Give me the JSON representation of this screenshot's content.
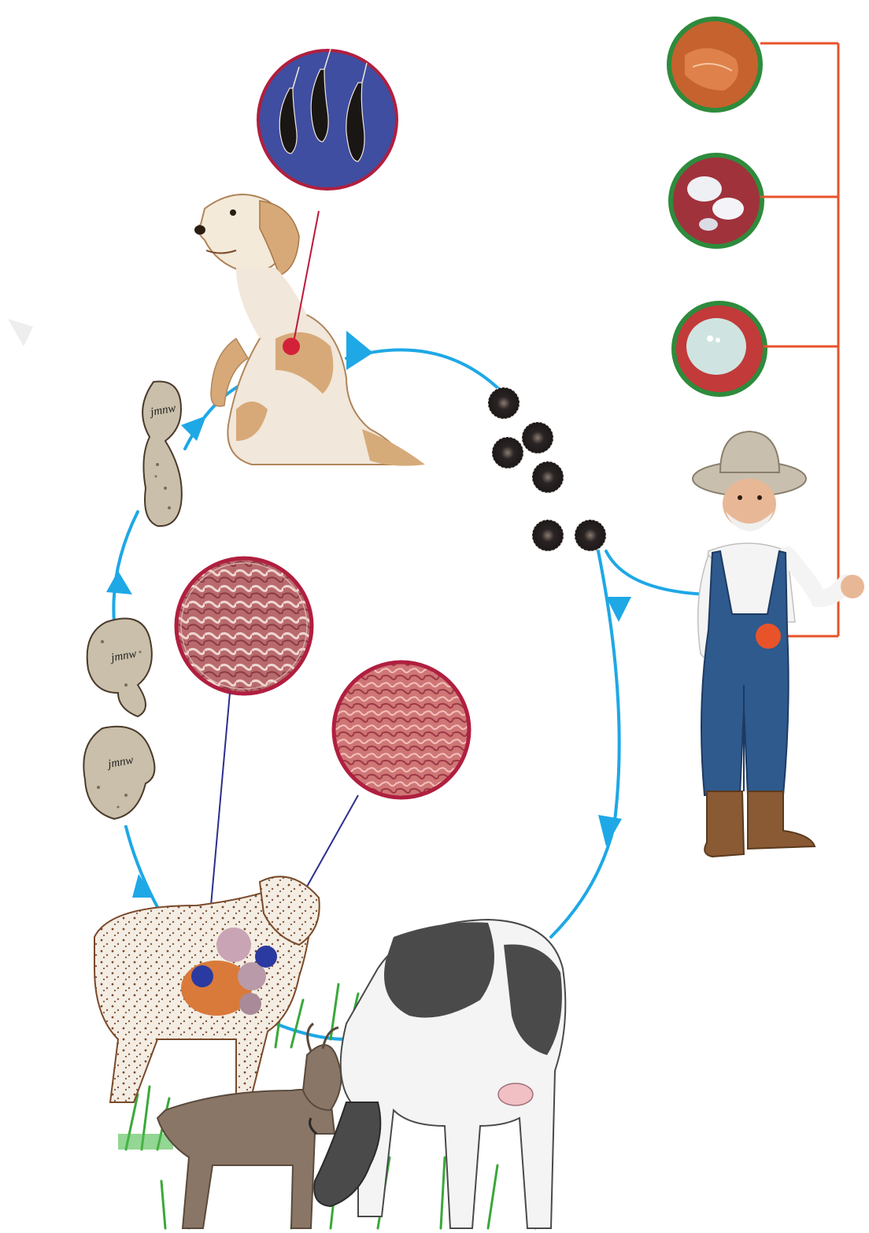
{
  "diagram": {
    "type": "parasite-life-cycle",
    "text_labels": [
      "jmnw",
      "jmnw",
      "jmnw"
    ],
    "colors": {
      "cycle_arrow": "#1ea8e6",
      "human_connector": "#e8532a",
      "dog_connector": "#c0173a",
      "intermediate_connector": "#2b2f8f",
      "egg": "#2a2424",
      "background": "#ffffff"
    },
    "hosts": {
      "definitive": {
        "name": "dog",
        "icon": "dog-icon"
      },
      "intermediate": [
        {
          "name": "sheep",
          "icon": "sheep-icon"
        },
        {
          "name": "goat",
          "icon": "goat-icon"
        },
        {
          "name": "cow",
          "icon": "cow-icon"
        }
      ],
      "accidental": {
        "name": "human",
        "icon": "farmer-icon"
      }
    },
    "insets": [
      {
        "name": "adult-tapeworms-inset",
        "border": "#b01f3f",
        "fill": "#3f4ea0"
      },
      {
        "name": "organ-cyst-inset-1",
        "border": "#b01f3f",
        "fill": "#b05860"
      },
      {
        "name": "organ-cyst-inset-2",
        "border": "#b01f3f",
        "fill": "#c86d72"
      },
      {
        "name": "human-cyst-inset-1",
        "border": "#2e8b3c",
        "fill": "#c6622e"
      },
      {
        "name": "human-cyst-inset-2",
        "border": "#2e8b3c",
        "fill": "#a0323c"
      },
      {
        "name": "human-cyst-inset-3",
        "border": "#2e8b3c",
        "fill": "#c23a3a"
      }
    ]
  }
}
